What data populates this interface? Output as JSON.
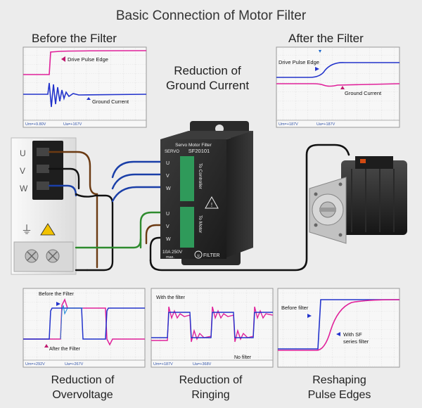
{
  "title": "Basic Connection of Motor Filter",
  "top_left": {
    "heading": "Before the Filter",
    "drive_label": "Drive Pulse Edge",
    "ground_label": "Ground Current",
    "footer_left": "Um=+9.80V",
    "footer_right": "Ua=+167V"
  },
  "top_right": {
    "heading": "After the Filter",
    "drive_label": "Drive Pulse Edge",
    "ground_label": "Ground Current",
    "footer_left": "Um=+187V",
    "footer_right": "Ua=+187V"
  },
  "center_label": [
    "Reduction of",
    "Ground Current"
  ],
  "drive": {
    "phases": [
      "U",
      "V",
      "W"
    ],
    "ground_symbol": "⏚"
  },
  "filter_box": {
    "title": "Servo Motor Filter",
    "model": "SF20101",
    "servo_label": "SERVO",
    "to_controller": "To Controller",
    "to_motor": "To Motor",
    "terminals": [
      "U",
      "V",
      "W",
      "U",
      "V",
      "W"
    ],
    "rating": "10A 250V",
    "rating2": "max.",
    "brand": "FILTER",
    "brand_mark": "u"
  },
  "bottom_left": {
    "label": [
      "Reduction of",
      "Overvoltage"
    ],
    "before_label": "Before the Filter",
    "after_label": "After the Filter",
    "footer_left": "Um=+292V",
    "footer_right": "Ua=+267V"
  },
  "bottom_center": {
    "label": [
      "Reduction of",
      "Ringing"
    ],
    "with_label": "With the filter",
    "no_label": "No filter",
    "footer_left": "Um=+187V",
    "footer_right": "Ua=+368V"
  },
  "bottom_right": {
    "label": [
      "Reshaping",
      "Pulse Edges"
    ],
    "before_label": "Before filter",
    "with_label": "With SF series filter"
  },
  "colors": {
    "pink": "#e0219a",
    "blue": "#2233cc",
    "cyan": "#1a88d8",
    "scope_bg": "#f7f7f7",
    "grid": "#c9c9c9"
  }
}
